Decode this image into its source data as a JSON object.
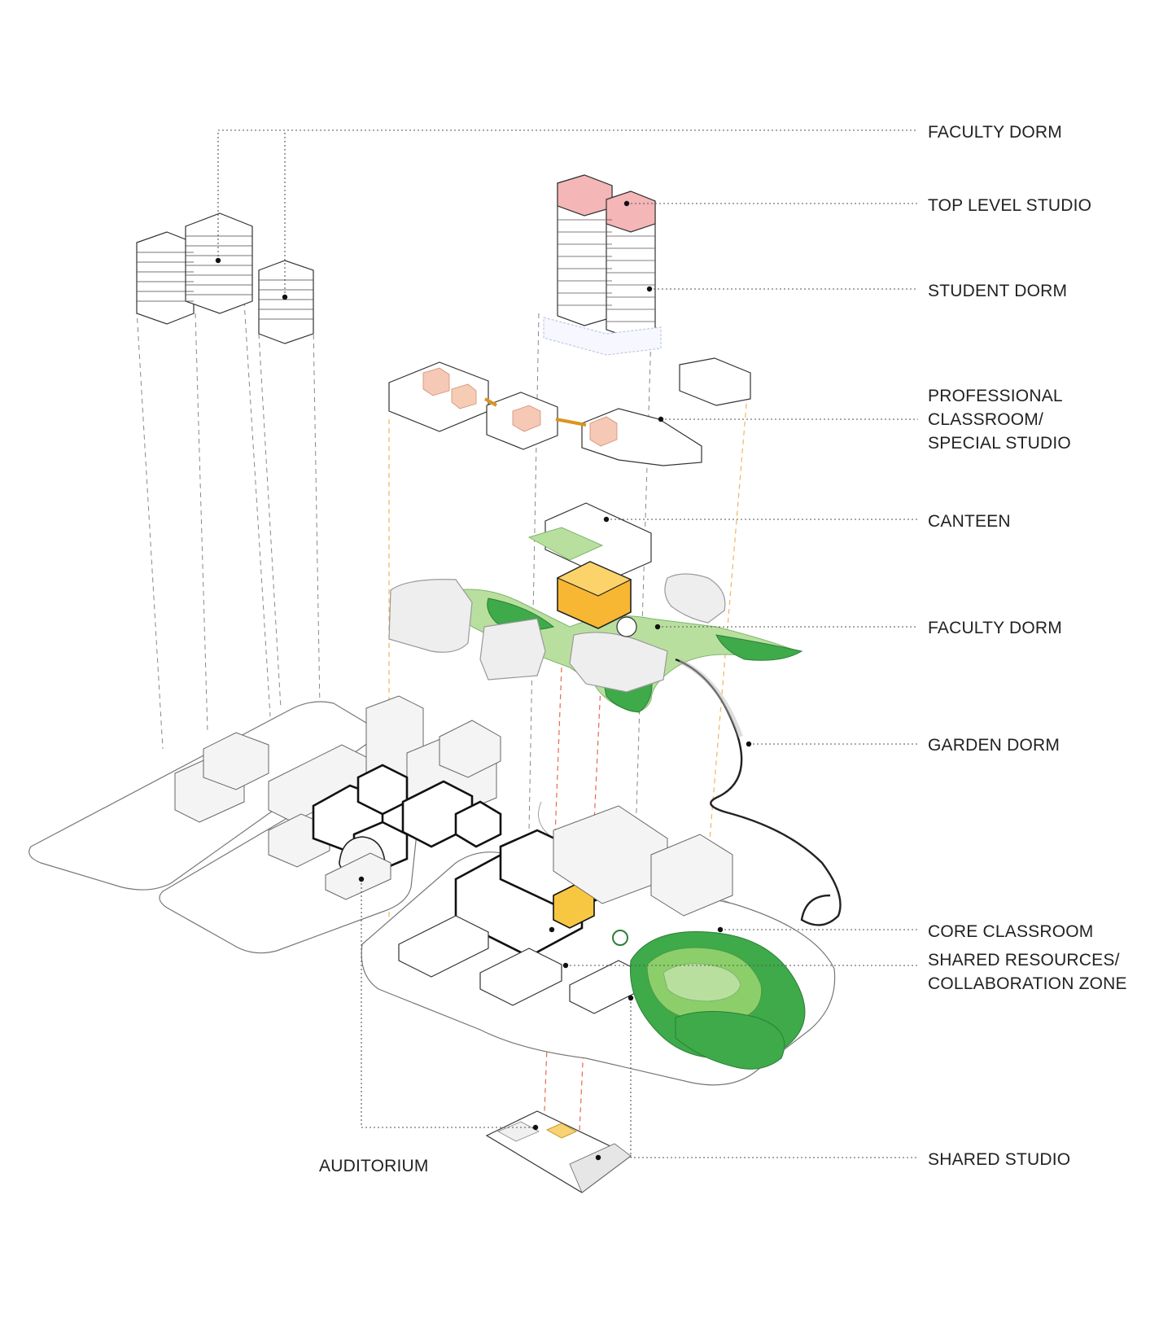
{
  "labels": {
    "faculty_dorm_top": "FACULTY DORM",
    "top_level_studio": "TOP LEVEL STUDIO",
    "student_dorm": "STUDENT DORM",
    "professional_classroom": [
      "PROFESSIONAL",
      "CLASSROOM/",
      "SPECIAL STUDIO"
    ],
    "canteen": "CANTEEN",
    "faculty_dorm_mid": "FACULTY DORM",
    "garden_dorm": "GARDEN DORM",
    "core_classroom": "CORE CLASSROOM",
    "shared_resources": [
      "SHARED RESOURCES/",
      "COLLABORATION ZONE"
    ],
    "shared_studio": "SHARED STUDIO",
    "auditorium": "AUDITORIUM"
  },
  "colors": {
    "studio_pink": "#f4b6b6",
    "studio_orange": "#f7b733",
    "garden_green": "#3eaa4a",
    "garden_light_green": "#b9df9f",
    "projection_orange": "#f0b560",
    "projection_red": "#e8674e"
  }
}
